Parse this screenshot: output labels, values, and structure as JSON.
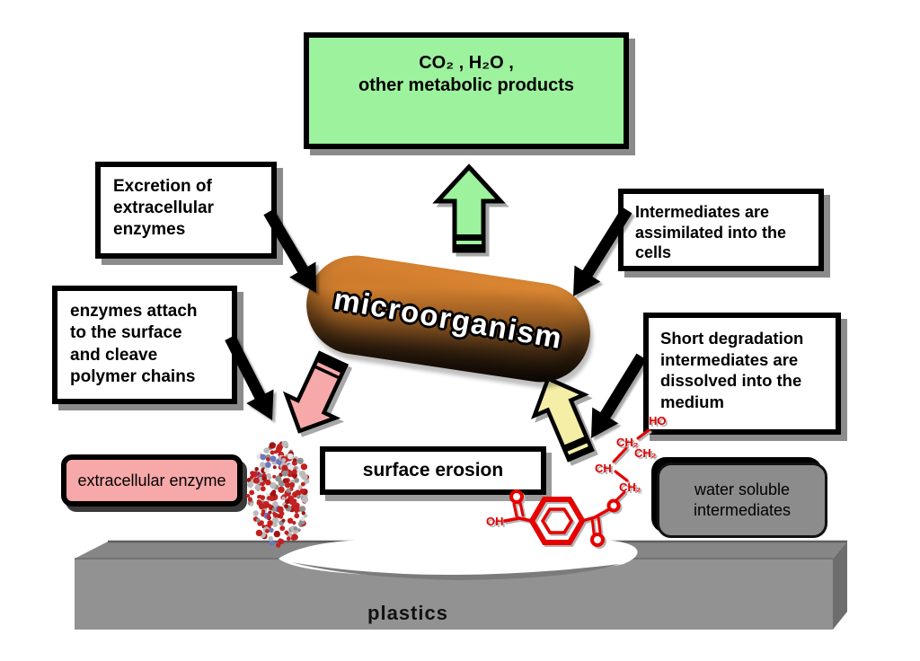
{
  "boxes": {
    "metabolic_products": "CO₂ ,  H₂O ,\nother metabolic products",
    "excretion": "Excretion of\nextracellular\nenzymes",
    "assimilated": "Intermediates are\nassimilated into the\ncells",
    "enzymes_attach": "enzymes attach\nto the surface\nand cleave\npolymer chains",
    "short_degradation": "Short degradation\nintermediates are\ndissolved into the\nmedium",
    "extracellular_enzyme": "extracellular enzyme",
    "surface_erosion": "surface erosion",
    "water_soluble": "water soluble\nintermediates"
  },
  "labels": {
    "microorganism": "microorganism",
    "plastics": "plastics"
  },
  "molecule": {
    "oh": "OH",
    "ch2_a": "CH₂",
    "ch": "CH",
    "ch2_b": "CH₂",
    "ch2_c": "CH₂",
    "ho": "HO"
  },
  "arrows": {
    "metabolic_output": "green up block arrow",
    "enzyme_release": "pink down-left block arrow",
    "uptake": "yellow up-left block arrow",
    "excretion_to_microorganism": "black arrow",
    "assimilation_to_microorganism": "black arrow",
    "enzymes_to_surface": "black arrow",
    "dissolution_to_medium": "black arrow"
  },
  "colors": {
    "metabolic_green": "#9df29d",
    "enzyme_pink": "#f7a8a8",
    "uptake_yellow": "#f4eea6",
    "intermediates_gray": "#8c8c8c",
    "plastic_gray": "#919191",
    "molecule_red": "#e60000",
    "arrow_black": "#000000"
  }
}
